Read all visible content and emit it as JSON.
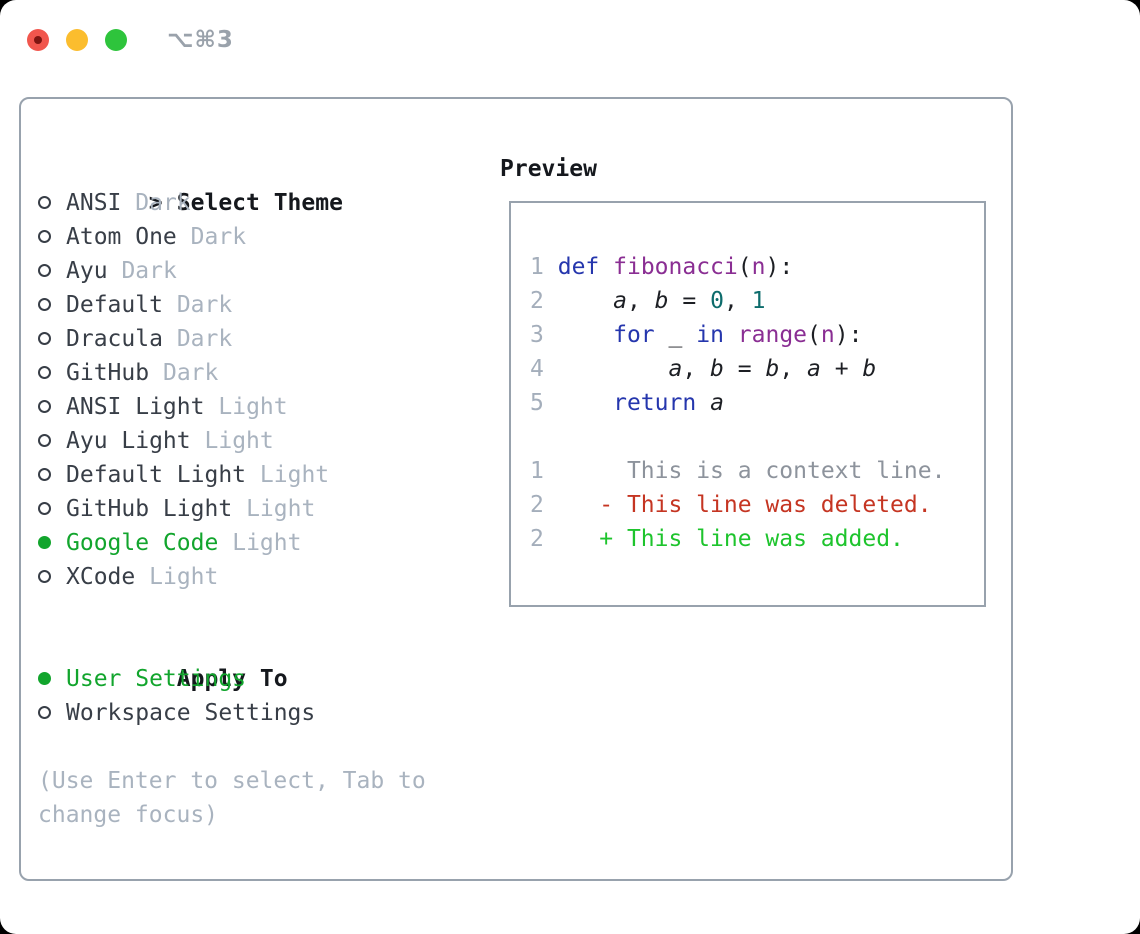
{
  "titlebar": {
    "title": "⌥⌘3"
  },
  "colors": {
    "accent_green": "#12a52d",
    "diff_add": "#1ec42d",
    "diff_del": "#c53522",
    "diff_ctx": "#8d939c",
    "syn_kw": "#2536ad",
    "syn_fn": "#8a2e93",
    "syn_num": "#0d6c6c",
    "syn_var": "#1d1f24",
    "line_no": "#a4aebb",
    "text_dark": "#383e47",
    "text_black": "#15181d",
    "text_muted": "#a9b3bf",
    "border": "#98a2ad",
    "btn_red": "#f1564d",
    "btn_red_dot": "#7e1511",
    "btn_yellow": "#fbbd2e",
    "btn_green": "#2ec43c",
    "title_gray": "#9aa2ab"
  },
  "theme_picker": {
    "header": {
      "marker": ">",
      "label": "Select Theme"
    },
    "themes": [
      {
        "name": "ANSI",
        "variant": "Dark",
        "selected": false
      },
      {
        "name": "Atom One",
        "variant": "Dark",
        "selected": false
      },
      {
        "name": "Ayu",
        "variant": "Dark",
        "selected": false
      },
      {
        "name": "Default",
        "variant": "Dark",
        "selected": false
      },
      {
        "name": "Dracula",
        "variant": "Dark",
        "selected": false
      },
      {
        "name": "GitHub",
        "variant": "Dark",
        "selected": false
      },
      {
        "name": "ANSI Light",
        "variant": "Light",
        "selected": false
      },
      {
        "name": "Ayu Light",
        "variant": "Light",
        "selected": false
      },
      {
        "name": "Default Light",
        "variant": "Light",
        "selected": false
      },
      {
        "name": "GitHub Light",
        "variant": "Light",
        "selected": false
      },
      {
        "name": "Google Code",
        "variant": "Light",
        "selected": true
      },
      {
        "name": "XCode",
        "variant": "Light",
        "selected": false
      }
    ],
    "apply_to": {
      "title": "Apply To",
      "options": [
        {
          "label": "User Settings",
          "selected": true
        },
        {
          "label": "Workspace Settings",
          "selected": false
        }
      ]
    },
    "help": "(Use Enter to select, Tab to change focus)"
  },
  "preview": {
    "title": "Preview",
    "lines": [
      {
        "name": "code-line-1",
        "tokens": [
          [
            "ln",
            "1"
          ],
          [
            "pl",
            " "
          ],
          [
            "kw",
            "def"
          ],
          [
            "pl",
            " "
          ],
          [
            "fn",
            "fibonacci"
          ],
          [
            "pl",
            "("
          ],
          [
            "fn",
            "n"
          ],
          [
            "pl",
            "):"
          ]
        ]
      },
      {
        "name": "code-line-2",
        "tokens": [
          [
            "ln",
            "2"
          ],
          [
            "pl",
            "     "
          ],
          [
            "var",
            "a"
          ],
          [
            "pl",
            ", "
          ],
          [
            "var",
            "b"
          ],
          [
            "pl",
            " = "
          ],
          [
            "num",
            "0"
          ],
          [
            "pl",
            ", "
          ],
          [
            "num",
            "1"
          ]
        ]
      },
      {
        "name": "code-line-3",
        "tokens": [
          [
            "ln",
            "3"
          ],
          [
            "pl",
            "     "
          ],
          [
            "kw",
            "for"
          ],
          [
            "pl",
            " "
          ],
          [
            "var",
            "_"
          ],
          [
            "pl",
            " "
          ],
          [
            "kw",
            "in"
          ],
          [
            "pl",
            " "
          ],
          [
            "fn",
            "range"
          ],
          [
            "pl",
            "("
          ],
          [
            "fn",
            "n"
          ],
          [
            "pl",
            "):"
          ]
        ]
      },
      {
        "name": "code-line-4",
        "tokens": [
          [
            "ln",
            "4"
          ],
          [
            "pl",
            "         "
          ],
          [
            "var",
            "a"
          ],
          [
            "pl",
            ", "
          ],
          [
            "var",
            "b"
          ],
          [
            "pl",
            " = "
          ],
          [
            "var",
            "b"
          ],
          [
            "pl",
            ", "
          ],
          [
            "var",
            "a"
          ],
          [
            "pl",
            " + "
          ],
          [
            "var",
            "b"
          ]
        ]
      },
      {
        "name": "code-line-5",
        "tokens": [
          [
            "ln",
            "5"
          ],
          [
            "pl",
            "     "
          ],
          [
            "kw",
            "return"
          ],
          [
            "pl",
            " "
          ],
          [
            "var",
            "a"
          ]
        ]
      },
      {
        "name": "blank-line",
        "tokens": [
          [
            "pl",
            " "
          ]
        ]
      },
      {
        "name": "diff-context-line",
        "tokens": [
          [
            "ln",
            "1"
          ],
          [
            "pl",
            "      "
          ],
          [
            "ctx",
            "This is a context line."
          ]
        ]
      },
      {
        "name": "diff-deleted-line",
        "tokens": [
          [
            "ln",
            "2"
          ],
          [
            "pl",
            "    "
          ],
          [
            "del",
            "- This line was deleted."
          ]
        ]
      },
      {
        "name": "diff-added-line",
        "tokens": [
          [
            "ln",
            "2"
          ],
          [
            "pl",
            "    "
          ],
          [
            "add",
            "+ This line was added."
          ]
        ]
      }
    ]
  }
}
